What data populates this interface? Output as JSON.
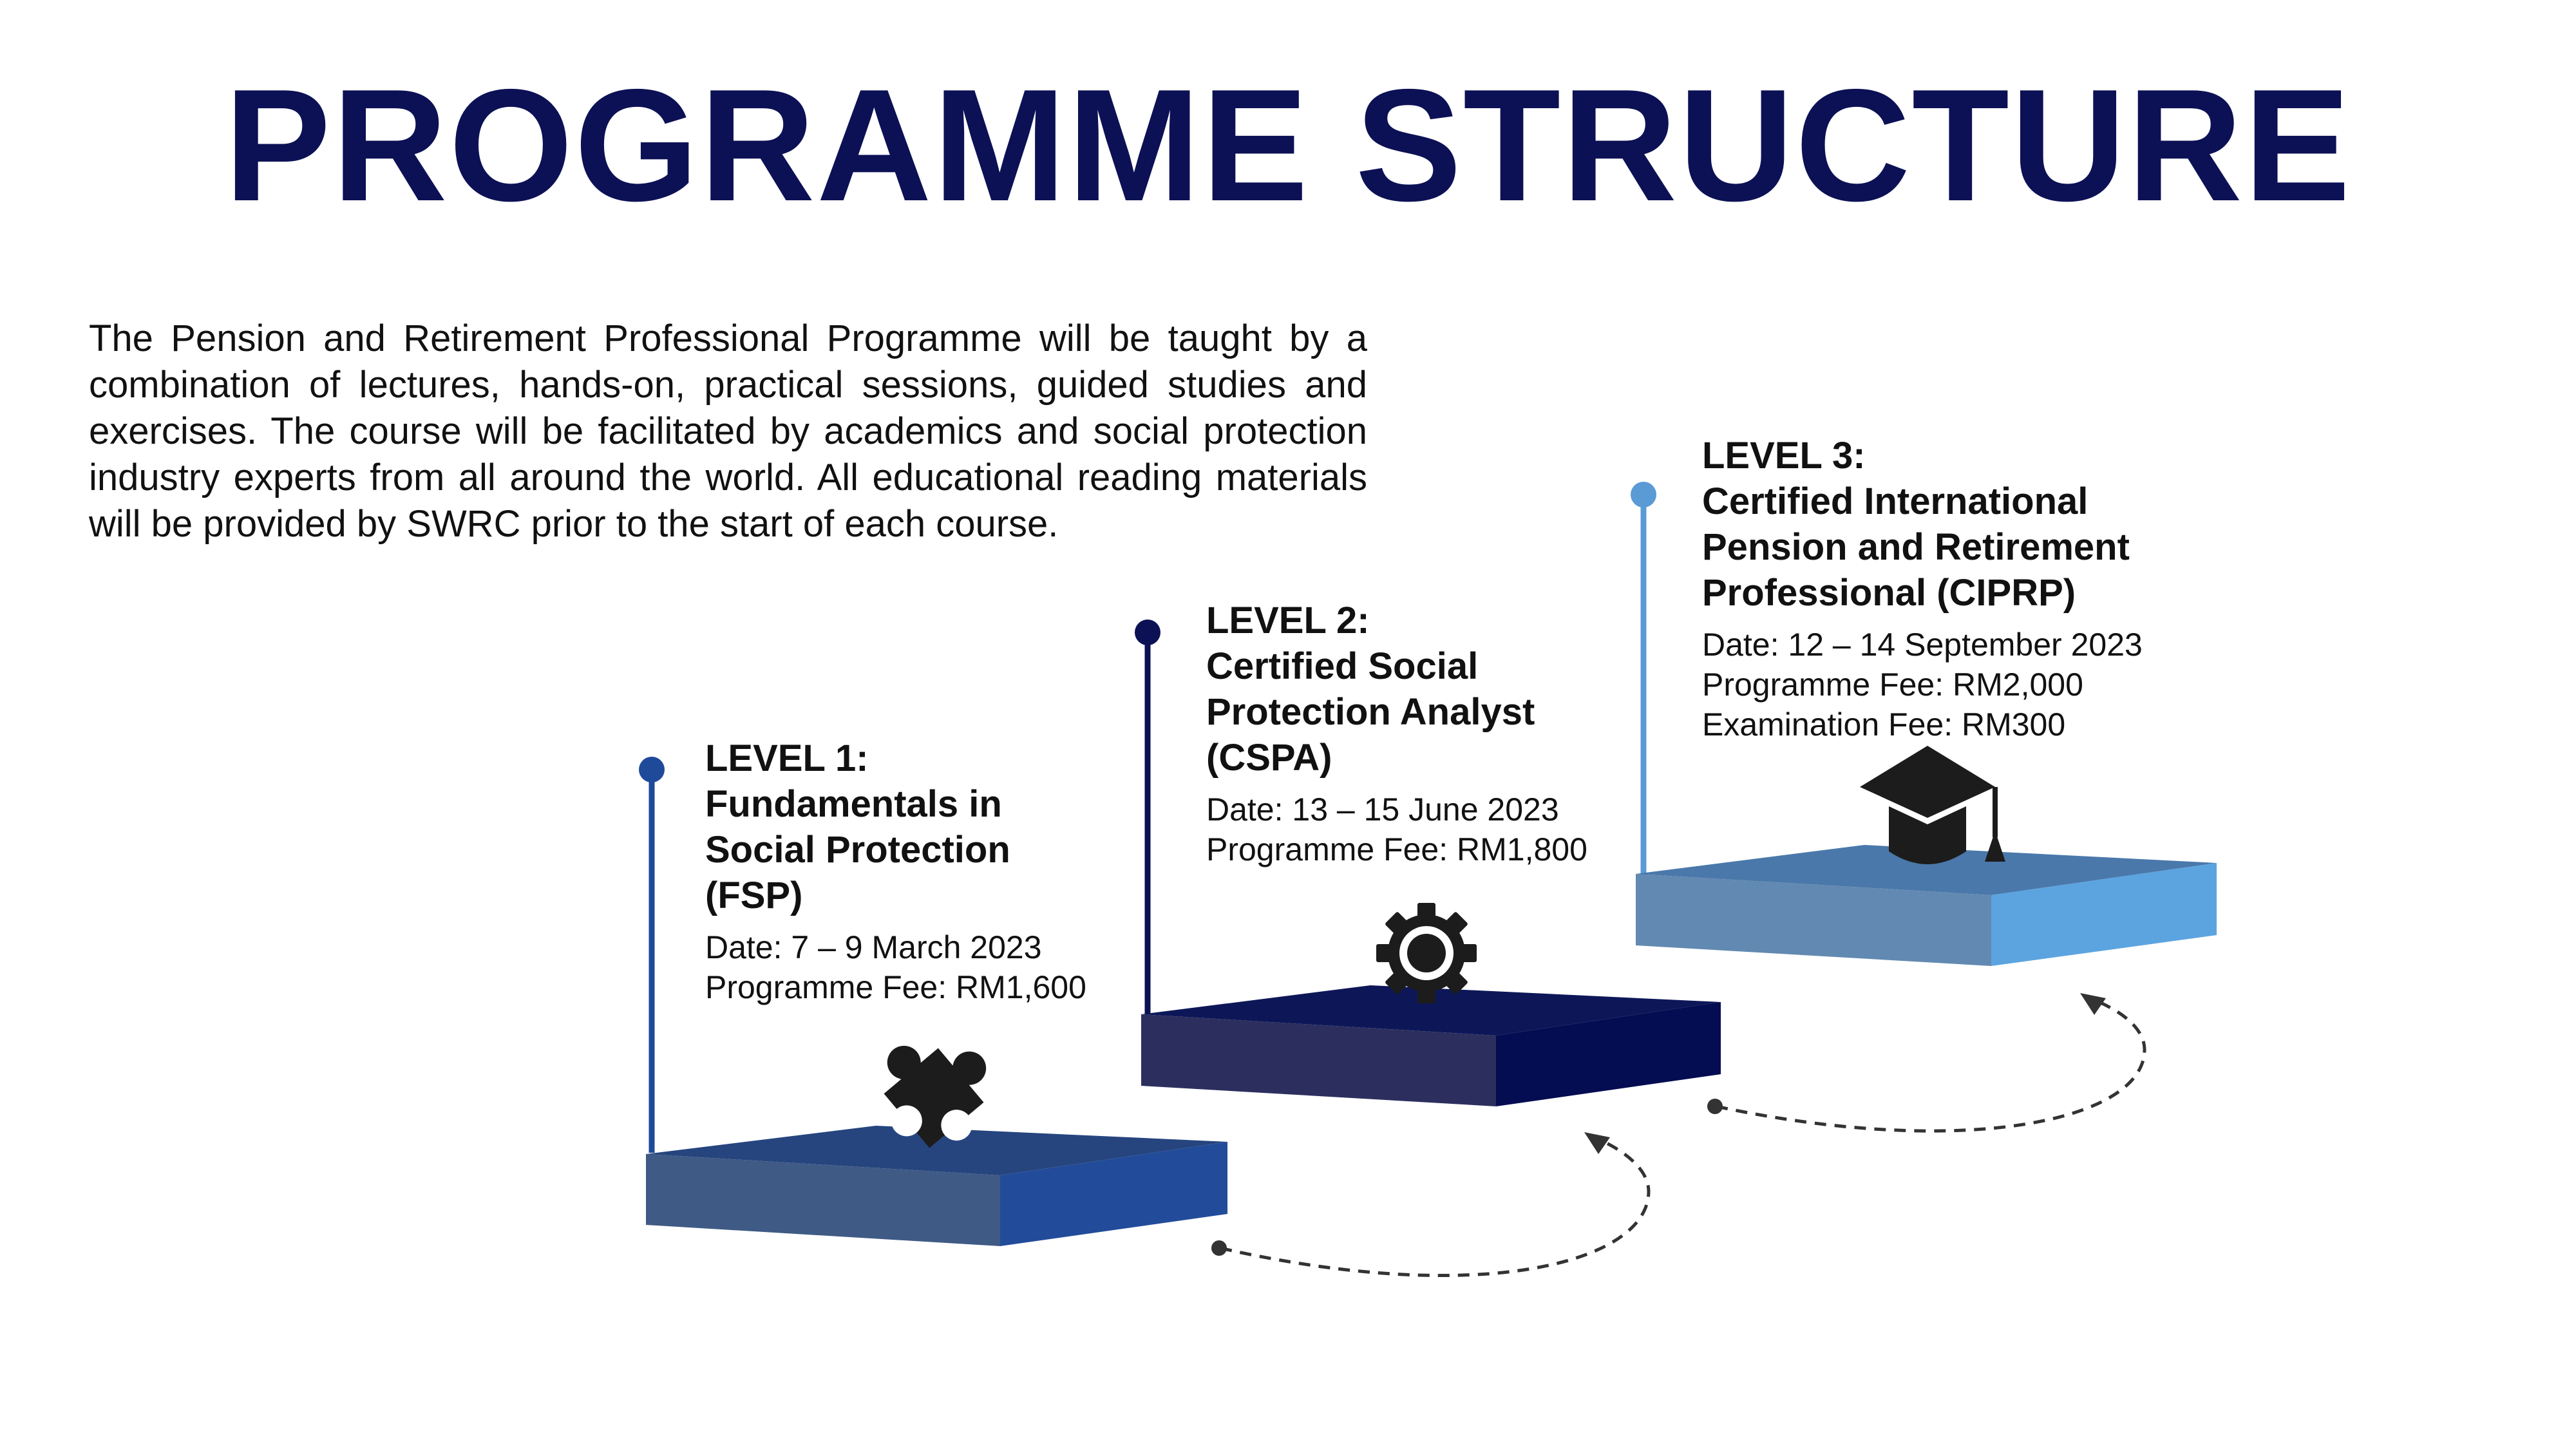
{
  "title": "PROGRAMME STRUCTURE",
  "intro": "The Pension and Retirement Professional Programme will be taught by a combination of lectures, hands-on, practical sessions, guided studies and exercises. The course will be facilitated by academics and social protection industry experts from all around the world. All educational reading materials will be provided by SWRC prior to the start of each course.",
  "levels": [
    {
      "heading": "LEVEL 1:",
      "name_lines": [
        "Fundamentals in",
        "Social Protection",
        "(FSP)"
      ],
      "date": "Date: 7 – 9 March 2023",
      "programme_fee": "Programme Fee: RM1,600",
      "icon": "puzzle-icon",
      "color": "#1f4a9a"
    },
    {
      "heading": "LEVEL 2:",
      "name_lines": [
        "Certified Social",
        "Protection Analyst",
        "(CSPA)"
      ],
      "date": "Date: 13 – 15 June 2023",
      "programme_fee": "Programme Fee: RM1,800",
      "icon": "gear-icon",
      "color": "#0c1155"
    },
    {
      "heading": "LEVEL 3:",
      "name_lines": [
        "Certified International",
        "Pension and Retirement",
        "Professional (CIPRP)"
      ],
      "date": "Date: 12 – 14 September 2023",
      "programme_fee": "Programme Fee: RM2,000",
      "exam_fee": "Examination Fee: RM300",
      "icon": "graduation-cap-icon",
      "color": "#5b9bd5"
    }
  ]
}
